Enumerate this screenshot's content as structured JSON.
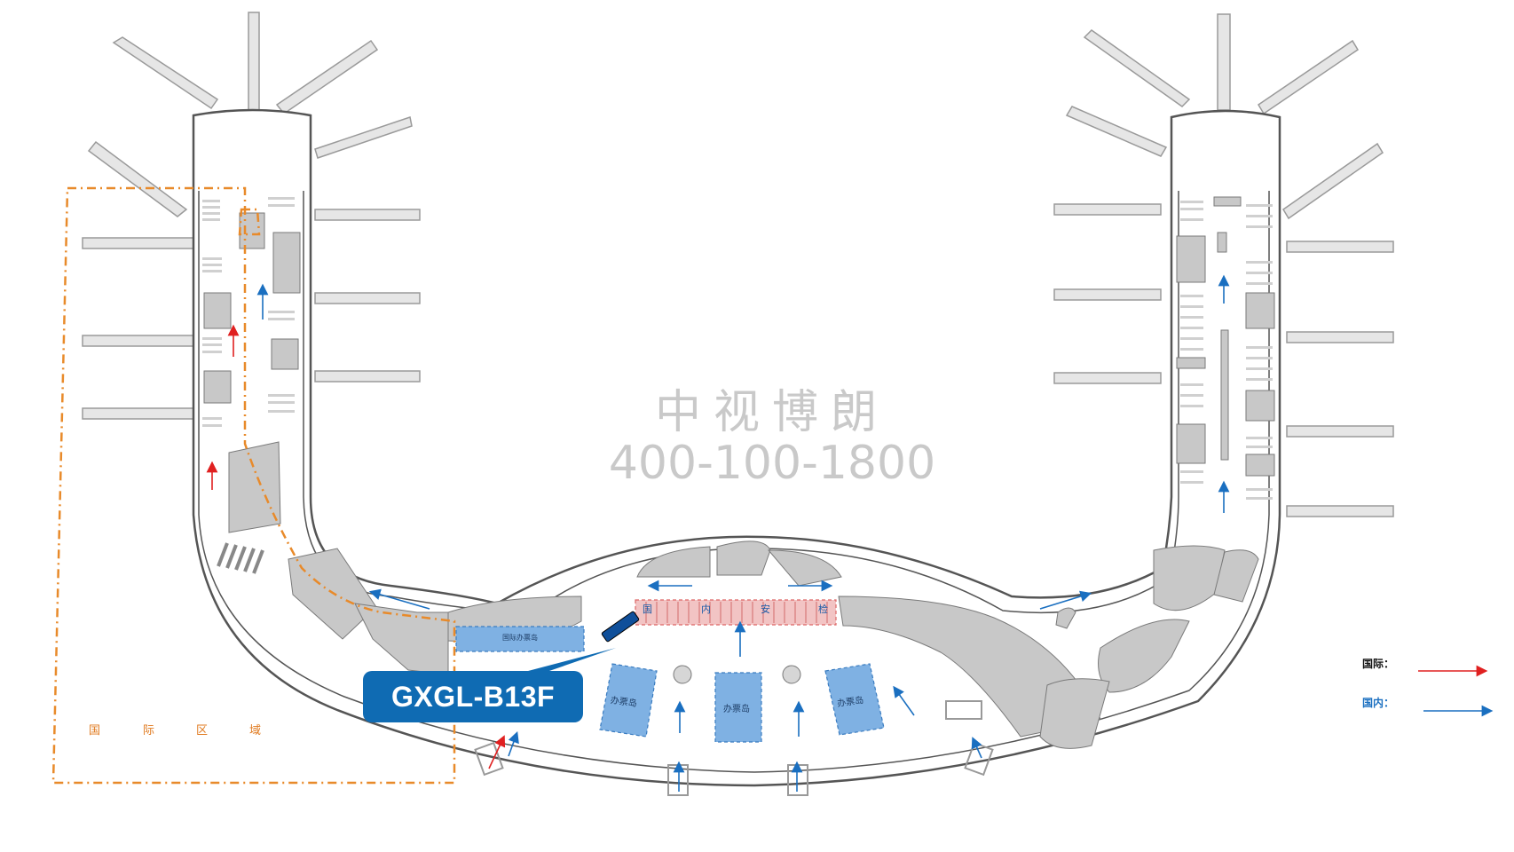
{
  "callout": {
    "label": "GXGL-B13F"
  },
  "watermark": {
    "company": "中视博朗",
    "phone": "400-100-1800"
  },
  "zones": {
    "international_area": [
      "国",
      "际",
      "区",
      "域"
    ],
    "domestic_security": [
      "国",
      "内",
      "安",
      "检"
    ],
    "intl_ticket_office": "国际办票岛",
    "ticket_island": "办票岛"
  },
  "legend": {
    "international": "国际：",
    "domestic": "国内：",
    "international_color": "#e02020",
    "domestic_color": "#1a6fc0"
  },
  "colors": {
    "orange_boundary": "#e88a2a",
    "security_pink": "#f2c4c4",
    "ticket_blue": "#7fb1e3",
    "callout_blue": "#0f6bb3",
    "grey_block": "#c8c8c8"
  }
}
